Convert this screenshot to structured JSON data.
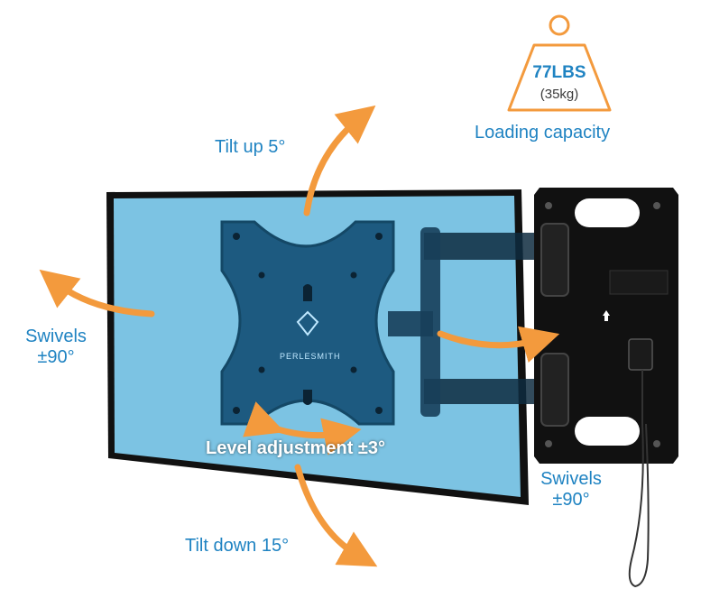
{
  "colors": {
    "accent_blue": "#1f83c2",
    "arrow_orange": "#f39a3d",
    "screen_blue": "#7cc3e3",
    "tv_bezel": "#111111"
  },
  "labels": {
    "tilt_up": "Tilt up 5°",
    "tilt_down": "Tilt down 15°",
    "swivel_left": "Swivels\n±90°",
    "swivel_right": "Swivels\n±90°",
    "level_adjustment": "Level adjustment ±3°"
  },
  "capacity": {
    "weight_lbs": "77LBS",
    "weight_kg": "(35kg)",
    "label": "Loading capacity",
    "icon": "weight-icon"
  },
  "brand": {
    "logo_text": "PERLESMITH",
    "icon": "heart-logo-icon"
  }
}
